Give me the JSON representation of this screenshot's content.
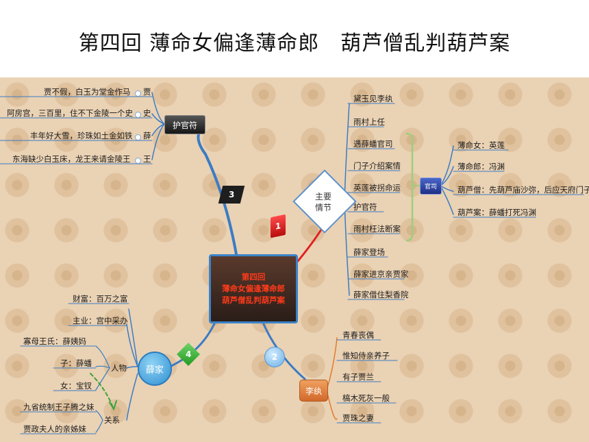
{
  "title": "第四回 薄命女偏逢薄命郎　葫芦僧乱判葫芦案",
  "center": {
    "lines": [
      "第四回",
      "薄命女偏逢薄命郎",
      "葫芦僧乱判葫芦案"
    ]
  },
  "branch1": {
    "number": "1",
    "label_lines": [
      "主要",
      "情节"
    ],
    "items": [
      "黛玉见李纨",
      "雨村上任",
      "遇薛蟠官司",
      "门子介绍案情",
      "英莲被拐命运",
      "护官符",
      "雨村枉法断案",
      "薛家登场",
      "薛家进京亲贾家",
      "薛家借住梨香院"
    ],
    "sub": {
      "label": "官司",
      "items": [
        "薄命女：英莲",
        "薄命郎：冯渊",
        "葫芦僧：先葫芦庙沙弥，后应天府门子",
        "葫芦案：薛蟠打死冯渊"
      ]
    }
  },
  "branch2": {
    "number": "2",
    "label": "李纨",
    "items": [
      "青春丧偶",
      "惟知侍亲养子",
      "有子贾兰",
      "槁木死灰一般",
      "贾珠之妻"
    ]
  },
  "branch3": {
    "number": "3",
    "label": "护官符",
    "families": [
      {
        "text": "贾不假，白玉为堂金作马",
        "surname": "贾"
      },
      {
        "text": "阿房宫，三百里，住不下金陵一个史",
        "surname": "史"
      },
      {
        "text": "丰年好大雪，珍珠如土金如铁",
        "surname": "薛"
      },
      {
        "text": "东海缺少白玉床，龙王来请金陵王",
        "surname": "王"
      }
    ]
  },
  "branch4": {
    "number": "4",
    "label": "薛家",
    "items": [
      "财富：百万之富",
      "主业：宫中采办"
    ],
    "people_label": "人物",
    "people": [
      "寡母王氏：薛姨妈",
      "子：薛蟠",
      "女：宝钗"
    ],
    "relation_label": "关系",
    "relations": [
      "九省统制王子腾之妹",
      "贾政夫人的亲姊妹"
    ]
  },
  "colors": {
    "center_text": "#ff3a1a",
    "line_blue": "#3a7cc4",
    "line_red": "#e02020",
    "line_orange": "#e37a2a",
    "line_green": "#3aa33a",
    "bracket_green": "#9bd07a"
  }
}
